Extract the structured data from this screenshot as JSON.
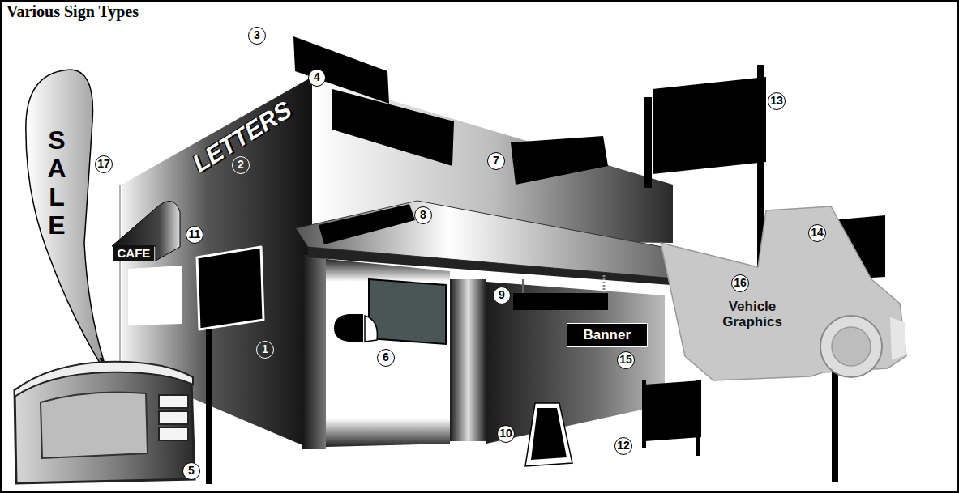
{
  "diagram": {
    "title": "Various Sign Types",
    "nodes": [
      {
        "text": [
          "SALE"
        ]
      },
      {
        "text": [
          "CAFE"
        ]
      },
      {
        "text": [
          "Banner"
        ]
      },
      {
        "text": [
          "Vehicle Graphics"
        ]
      }
    ],
    "labels": [
      "LETTERS",
      "1",
      "2",
      "3",
      "4",
      "5",
      "6",
      "7",
      "8",
      "9",
      "10",
      "11",
      "12",
      "13",
      "14",
      "15",
      "16",
      "17"
    ]
  }
}
